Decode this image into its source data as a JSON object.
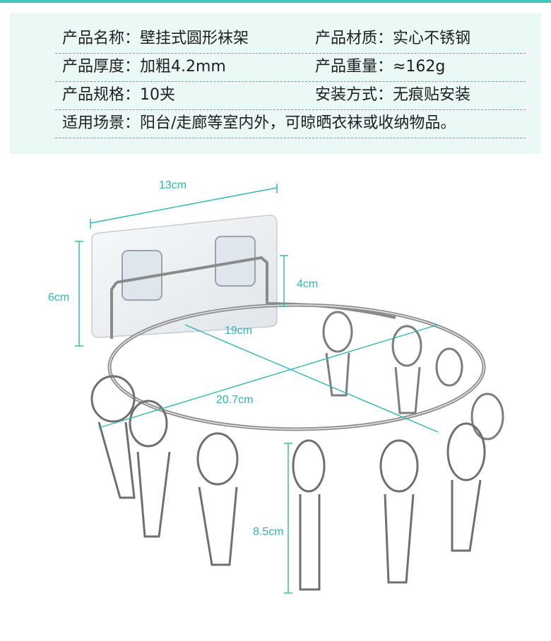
{
  "specs": {
    "rows": [
      {
        "left": "产品名称：壁挂式圆形袜架",
        "right": "产品材质：实心不锈钢"
      },
      {
        "left": "产品厚度：加粗4.2mm",
        "right": "产品重量：≈162g"
      },
      {
        "left": "产品规格：10夹",
        "right": "安装方式：无痕贴安装"
      }
    ],
    "full_row": "适用场景：阳台/走廊等室内外，可晾晒衣袜或收纳物品。"
  },
  "dimensions": {
    "width_plate": "13cm",
    "height_plate": "6cm",
    "hook_depth": "4cm",
    "ring_inner": "19cm",
    "ring_outer": "20.7cm",
    "clip_length": "8.5cm"
  },
  "colors": {
    "accent": "#3fc7c0",
    "panel_bg": "#eaf8f6",
    "dimension_line": "#2fb6ae"
  }
}
